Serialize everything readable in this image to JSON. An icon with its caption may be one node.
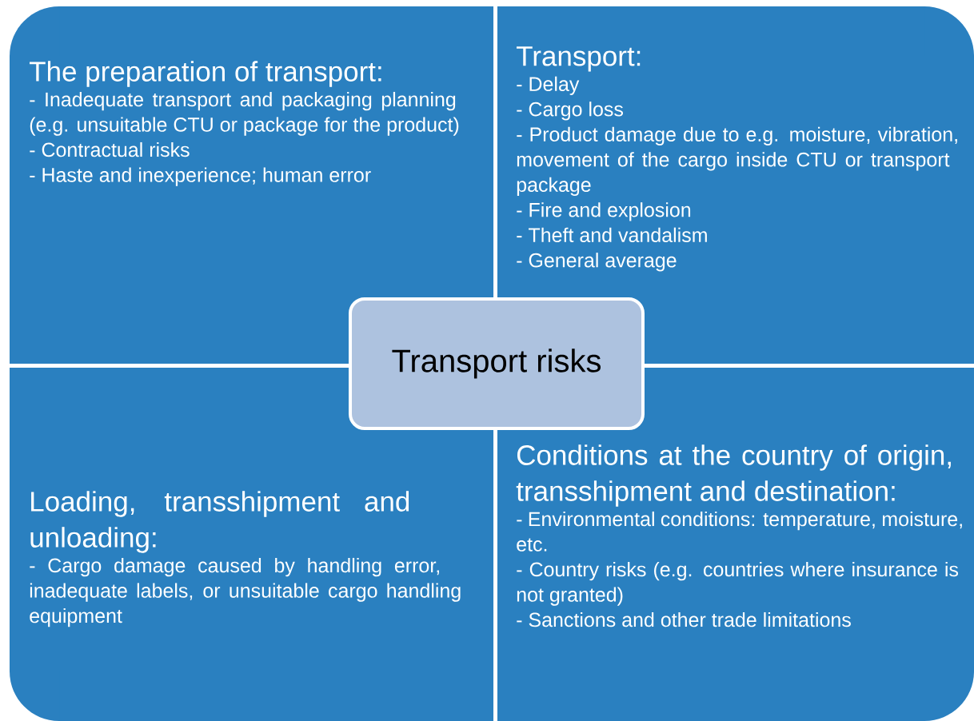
{
  "diagram": {
    "nodes": [
      {
        "text": [
          "The preparation of transport:",
          "- Inadequate transport and packaging planning (e.g. unsuitable CTU or package for the product)",
          "- Contractual risks",
          "- Haste and inexperience; human error"
        ]
      },
      {
        "text": [
          "Transport:",
          "- Delay",
          "- Cargo loss",
          "- Product damage due to e.g. moisture, vibration, movement of the cargo inside CTU or transport package",
          "- Fire and explosion",
          "- Theft and vandalism",
          "- General average"
        ]
      },
      {
        "text": [
          "Loading, transshipment and unloading:",
          "- Cargo damage caused by handling error, inadequate labels, or unsuitable cargo handling equipment"
        ]
      },
      {
        "text": [
          "Conditions at the country of origin, transshipment and destination:",
          "- Environmental conditions: temperature, moisture, etc.",
          "- Country risks (e.g. countries where insurance is not granted)",
          "- Sanctions and other trade limitations"
        ]
      },
      {
        "text": [
          "Transport risks"
        ]
      }
    ]
  }
}
